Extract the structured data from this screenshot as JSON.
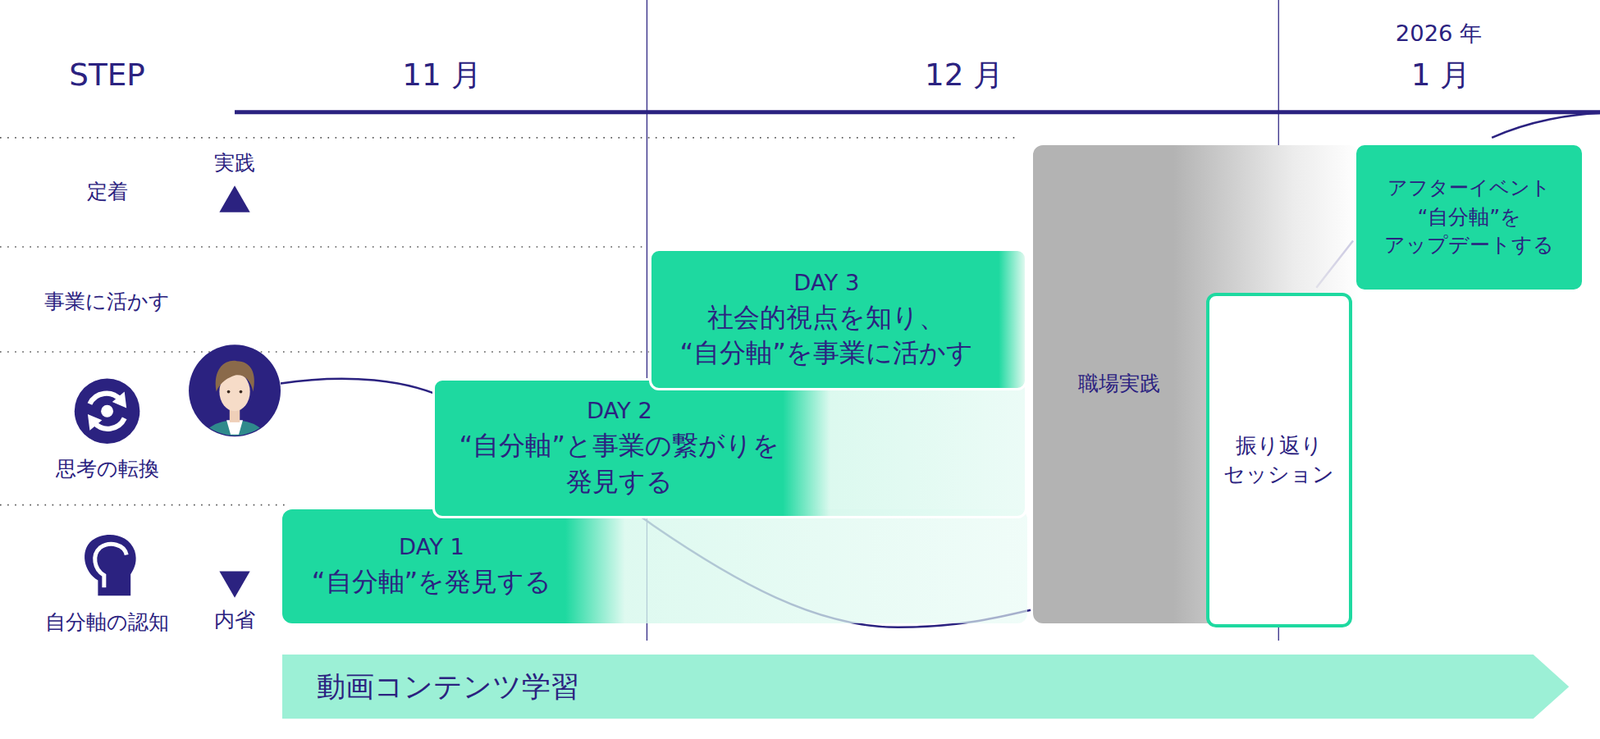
{
  "diagram": {
    "nodes": [
      {
        "text": [
          "DAY 1",
          "“自分軸”を発見する"
        ]
      },
      {
        "text": [
          "DAY 2",
          "“自分軸”と事業の繋がりを 発見する"
        ]
      },
      {
        "text": [
          "DAY 3",
          "社会的視点を知り、 “自分軸”を事業に活かす"
        ]
      },
      {
        "text": [
          "職場実践"
        ]
      },
      {
        "text": [
          "振り返り セッション"
        ]
      },
      {
        "text": [
          "アフターイベント",
          "“自分軸”を アップデートする"
        ]
      },
      {
        "text": [
          "動画コンテンツ学習"
        ]
      }
    ],
    "labels": [
      "STEP",
      "11 月",
      "12 月",
      "2026 年",
      "1 月",
      "定着",
      "事業に活かす",
      "思考の転換",
      "自分軸の認知",
      "実践",
      "内省"
    ]
  }
}
